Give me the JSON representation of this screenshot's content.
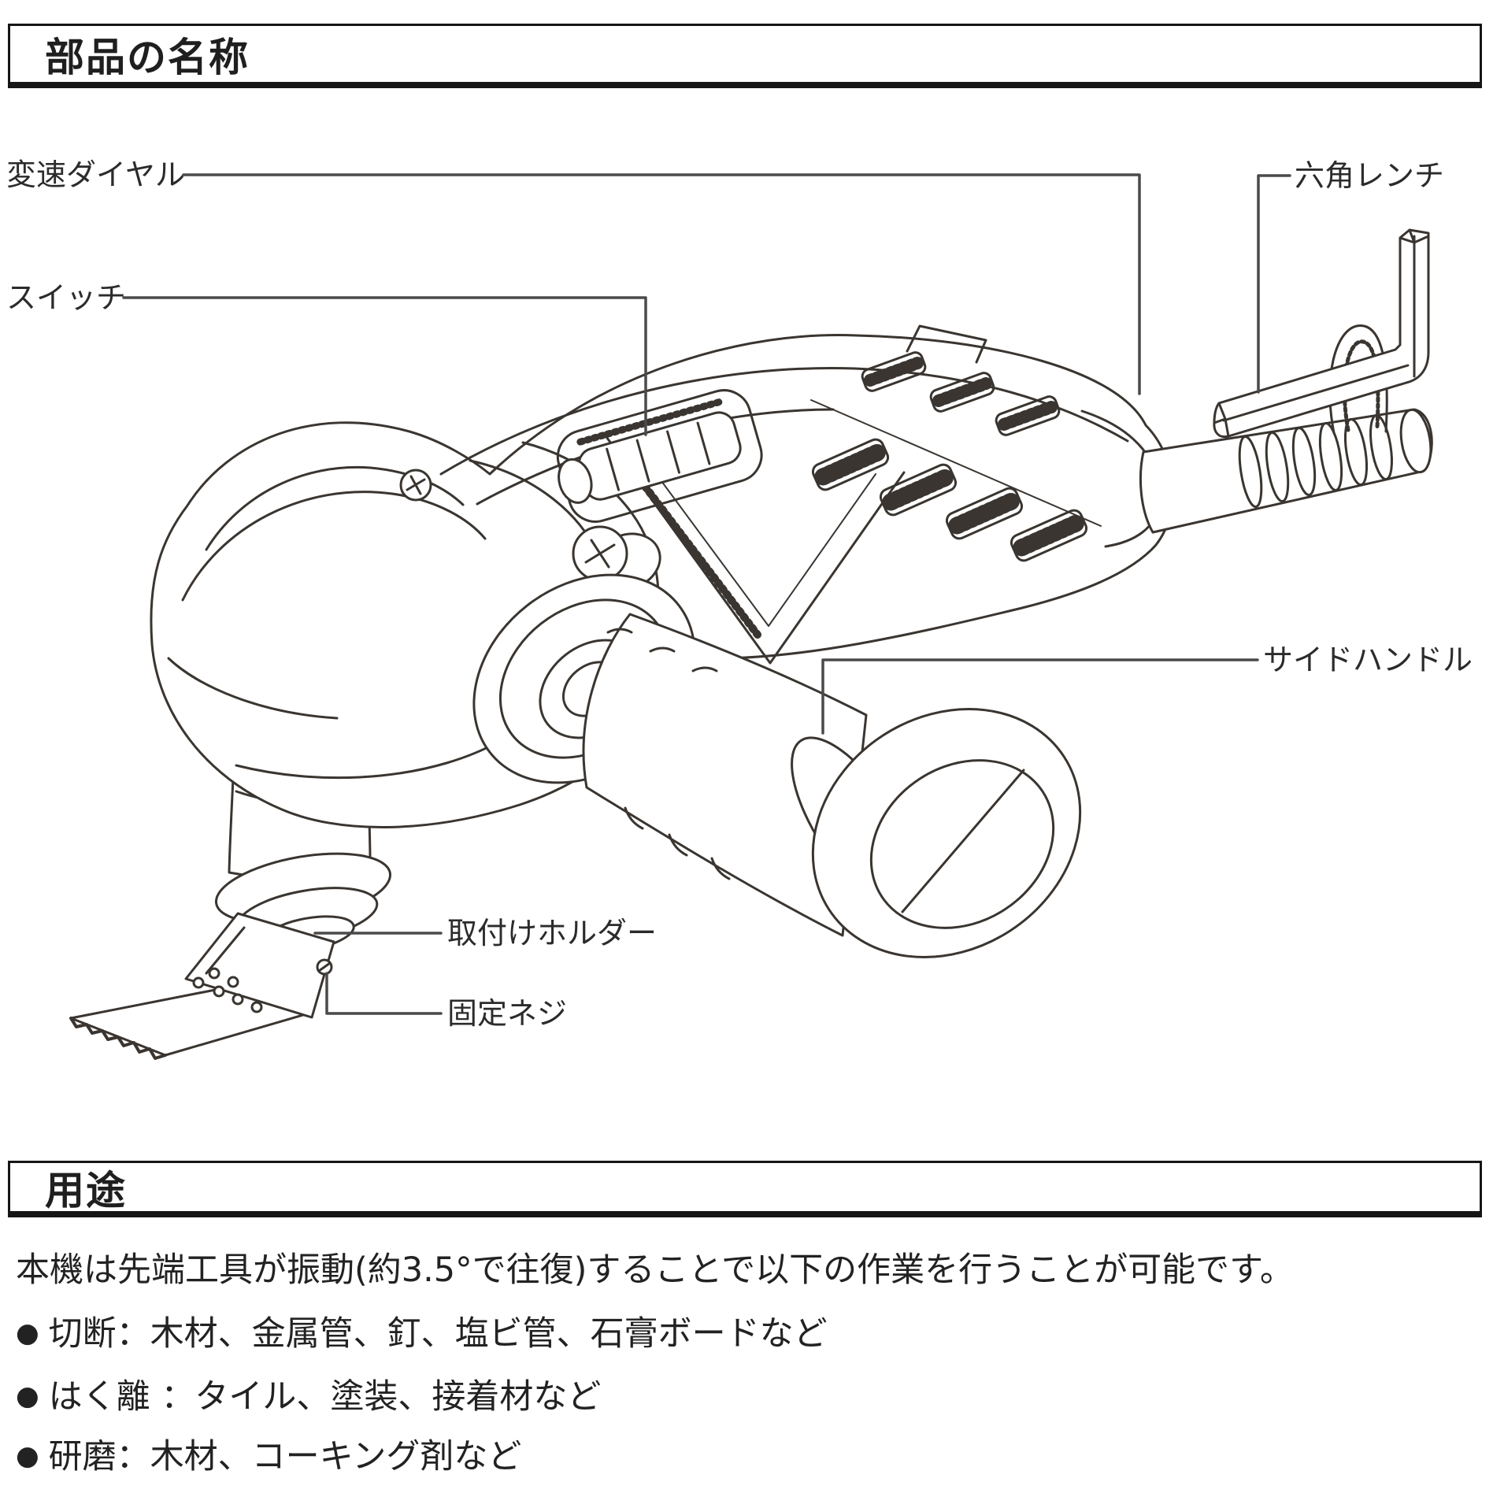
{
  "parts_section": {
    "title": "部品の名称",
    "labels": [
      {
        "id": "speed-dial",
        "text": "変速ダイヤル"
      },
      {
        "id": "switch",
        "text": "スイッチ"
      },
      {
        "id": "hex-wrench",
        "text": "六角レンチ"
      },
      {
        "id": "side-handle",
        "text": "サイドハンドル"
      },
      {
        "id": "mount-holder",
        "text": "取付けホルダー"
      },
      {
        "id": "fixing-screw",
        "text": "固定ネジ"
      }
    ],
    "illustration": "oscillating-multi-tool-line-drawing"
  },
  "usage_section": {
    "title": "用途",
    "intro": "本機は先端工具が振動(約3.5°で往復)することで以下の作業を行うことが可能です。",
    "bullet_glyph": "●",
    "bullets": [
      "切断：木材、金属管、釘、塩ビ管、石膏ボードなど",
      "はく離 ：タイル、塗装、接着材など",
      "研磨：木材、コーキング剤など"
    ]
  },
  "colors": {
    "line_art": "#3a3530",
    "leader_line": "#4a4a4a",
    "text": "#1f1f1f"
  }
}
